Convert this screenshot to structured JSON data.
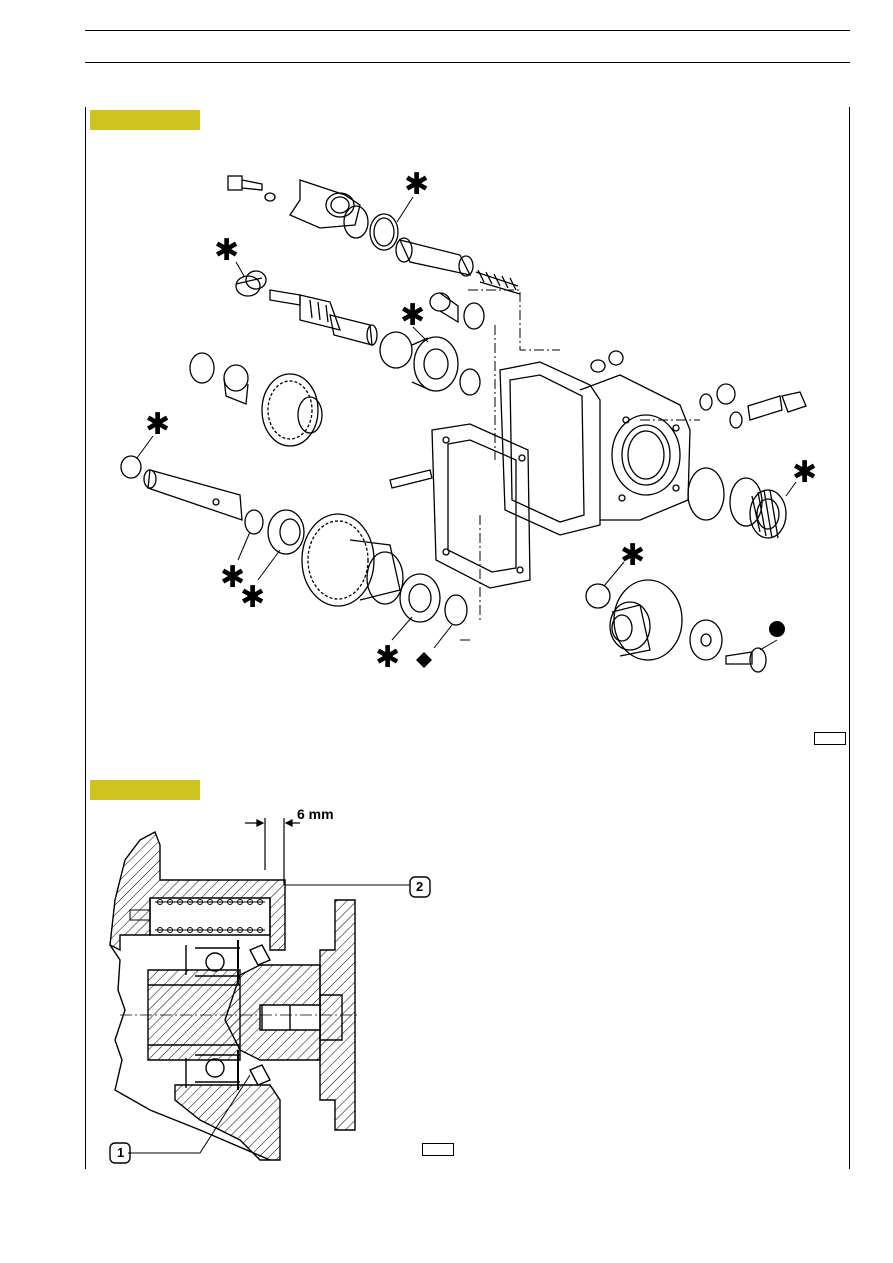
{
  "figure2": {
    "dimension_label": "6 mm",
    "callout_2": "2",
    "callout_1": "1"
  },
  "figure1": {
    "marker_symbol": "✱"
  }
}
